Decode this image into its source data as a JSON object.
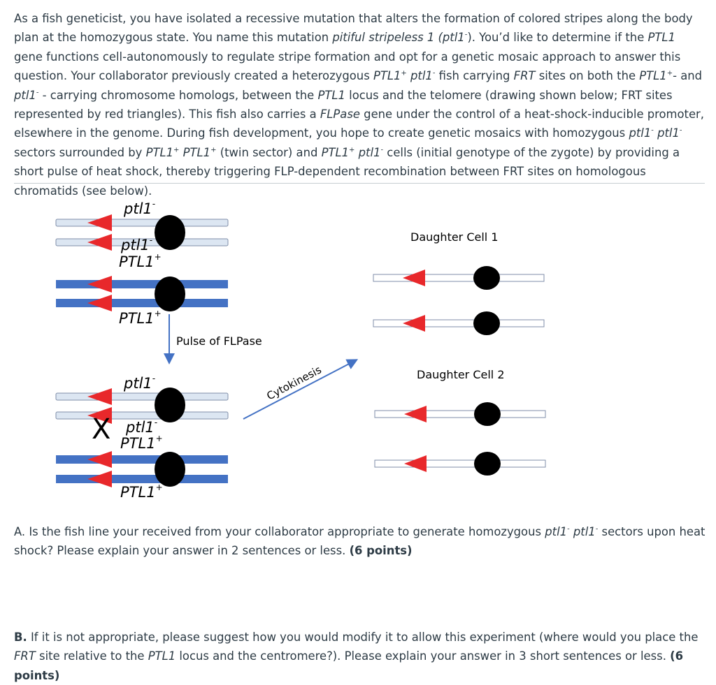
{
  "intro": {
    "p1": "As a fish geneticist, you have isolated a recessive mutation that alters the formation of colored stripes along the body plan at the homozygous state. You name this mutation ",
    "mutation_name": "pitiful stripeless 1 (ptl1",
    "minus": "-",
    "p2": "). You’d like to determine if the ",
    "gene1": "PTL1",
    "p3": " gene functions cell-autonomously to regulate stripe formation and opt for a genetic mosaic approach to answer this question. Your collaborator previously created a heterozygous ",
    "g_ptl1": "PTL1",
    "plus": "+",
    "g_ptl1_minus": "ptl1",
    "p4": " fish carrying ",
    "frt_gene": "FRT",
    "p5": " sites on both the ",
    "g_ptl1_b": "PTL1",
    "p6_plus_dash": "+",
    "p6_mid": "- and ",
    "g_ptl1_minus_b": "ptl1",
    "p7": " - carrying chromosome homologs, between the ",
    "gene_locus": "PTL1",
    "p8": " locus and the telomere (drawing shown below; FRT sites represented by red triangles). This fish also carries a ",
    "flpase": "FLPase",
    "p9": " gene under the control of a heat-shock-inducible promoter, elsewhere in the genome. During fish development, you hope to create genetic mosaics with homozygous ",
    "hom1": "ptl1",
    "hom2": "ptl1",
    "p10": " sectors surrounded by ",
    "twin1": "PTL1",
    "twin2": "PTL1",
    "p11": " (twin sector) and ",
    "init1": "PTL1",
    "init2": "ptl1",
    "p12": " cells (initial genotype of the zygote) by providing a short pulse of heat shock, thereby triggering FLP-dependent recombination between FRT sites on homologous chromatids (see below)."
  },
  "figure": {
    "label_ptl1_minus": "ptl1",
    "label_ptl1_plus": "PTL1",
    "sup_minus": "-",
    "sup_plus": "+",
    "pulse_label": "Pulse of FLPase",
    "cytokinesis_label": "Cytokinesis",
    "daughter1": "Daughter Cell 1",
    "daughter2": "Daughter Cell 2",
    "crossover_mark": "X",
    "colors": {
      "light_chromosome": "#dce6f2",
      "light_outline": "#7f8ea8",
      "dark_chromosome": "#4472c4",
      "frt": "#e8282b",
      "centromere": "#000000",
      "arrow": "#4472c4"
    }
  },
  "questionA": {
    "prefix": "A. Is the fish line your received from your collaborator appropriate to generate homozygous ",
    "g1": "ptl1",
    "g2": "ptl1",
    "mid": " sectors upon heat shock? Please explain your answer in 2 sentences or less. ",
    "points": "(6 points)"
  },
  "questionB": {
    "label": "B.",
    "text1": " If it is not appropriate, please suggest how you would modify it to allow this experiment (where would you place the ",
    "frt": "FRT",
    "text2": " site relative to the ",
    "gene": "PTL1",
    "text3": " locus and the centromere?). Please explain your answer in 3 short sentences or less. ",
    "points": "(6 points)"
  }
}
